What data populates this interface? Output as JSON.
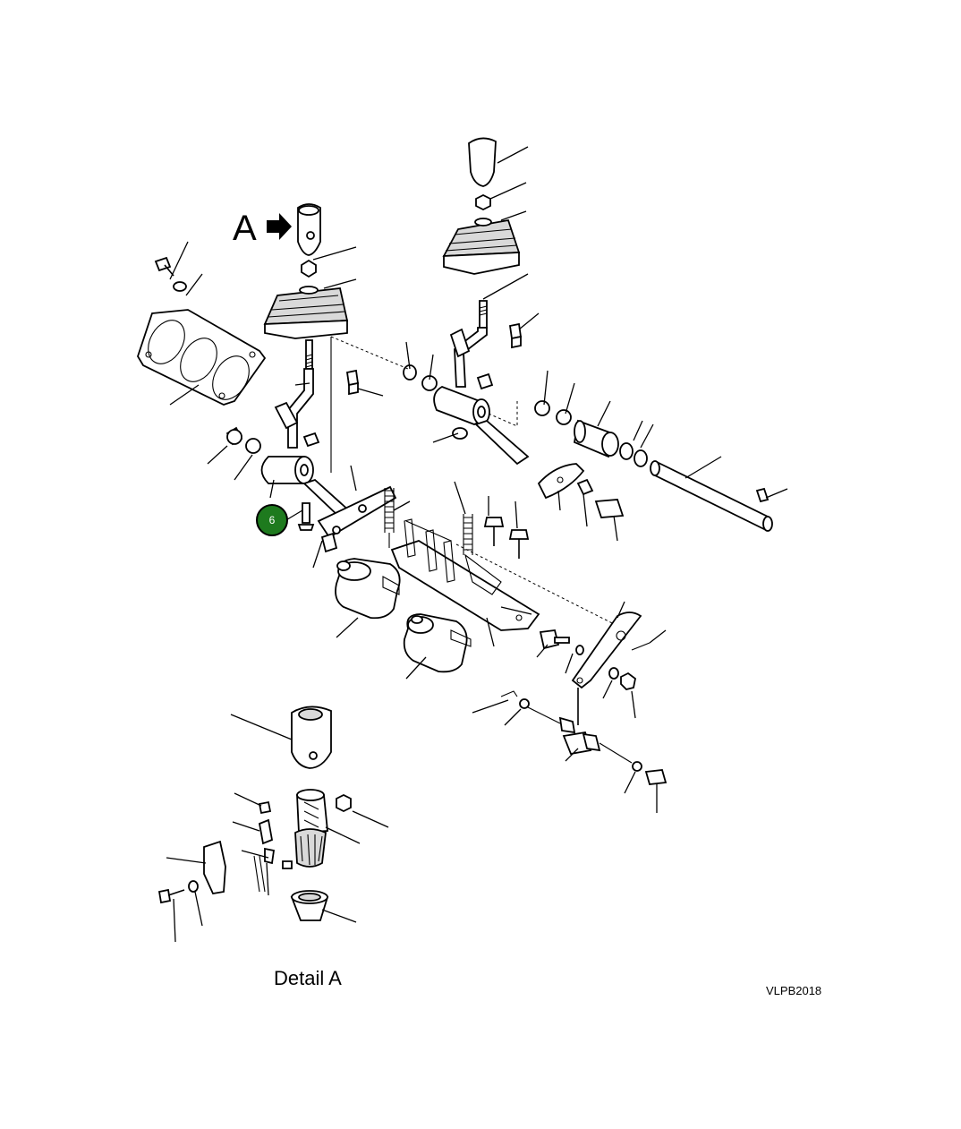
{
  "view_marker": "A",
  "callout": {
    "number": "6",
    "color": "#1e7a1e"
  },
  "detail_label": "Detail A",
  "figure_code": "VLPB2018"
}
